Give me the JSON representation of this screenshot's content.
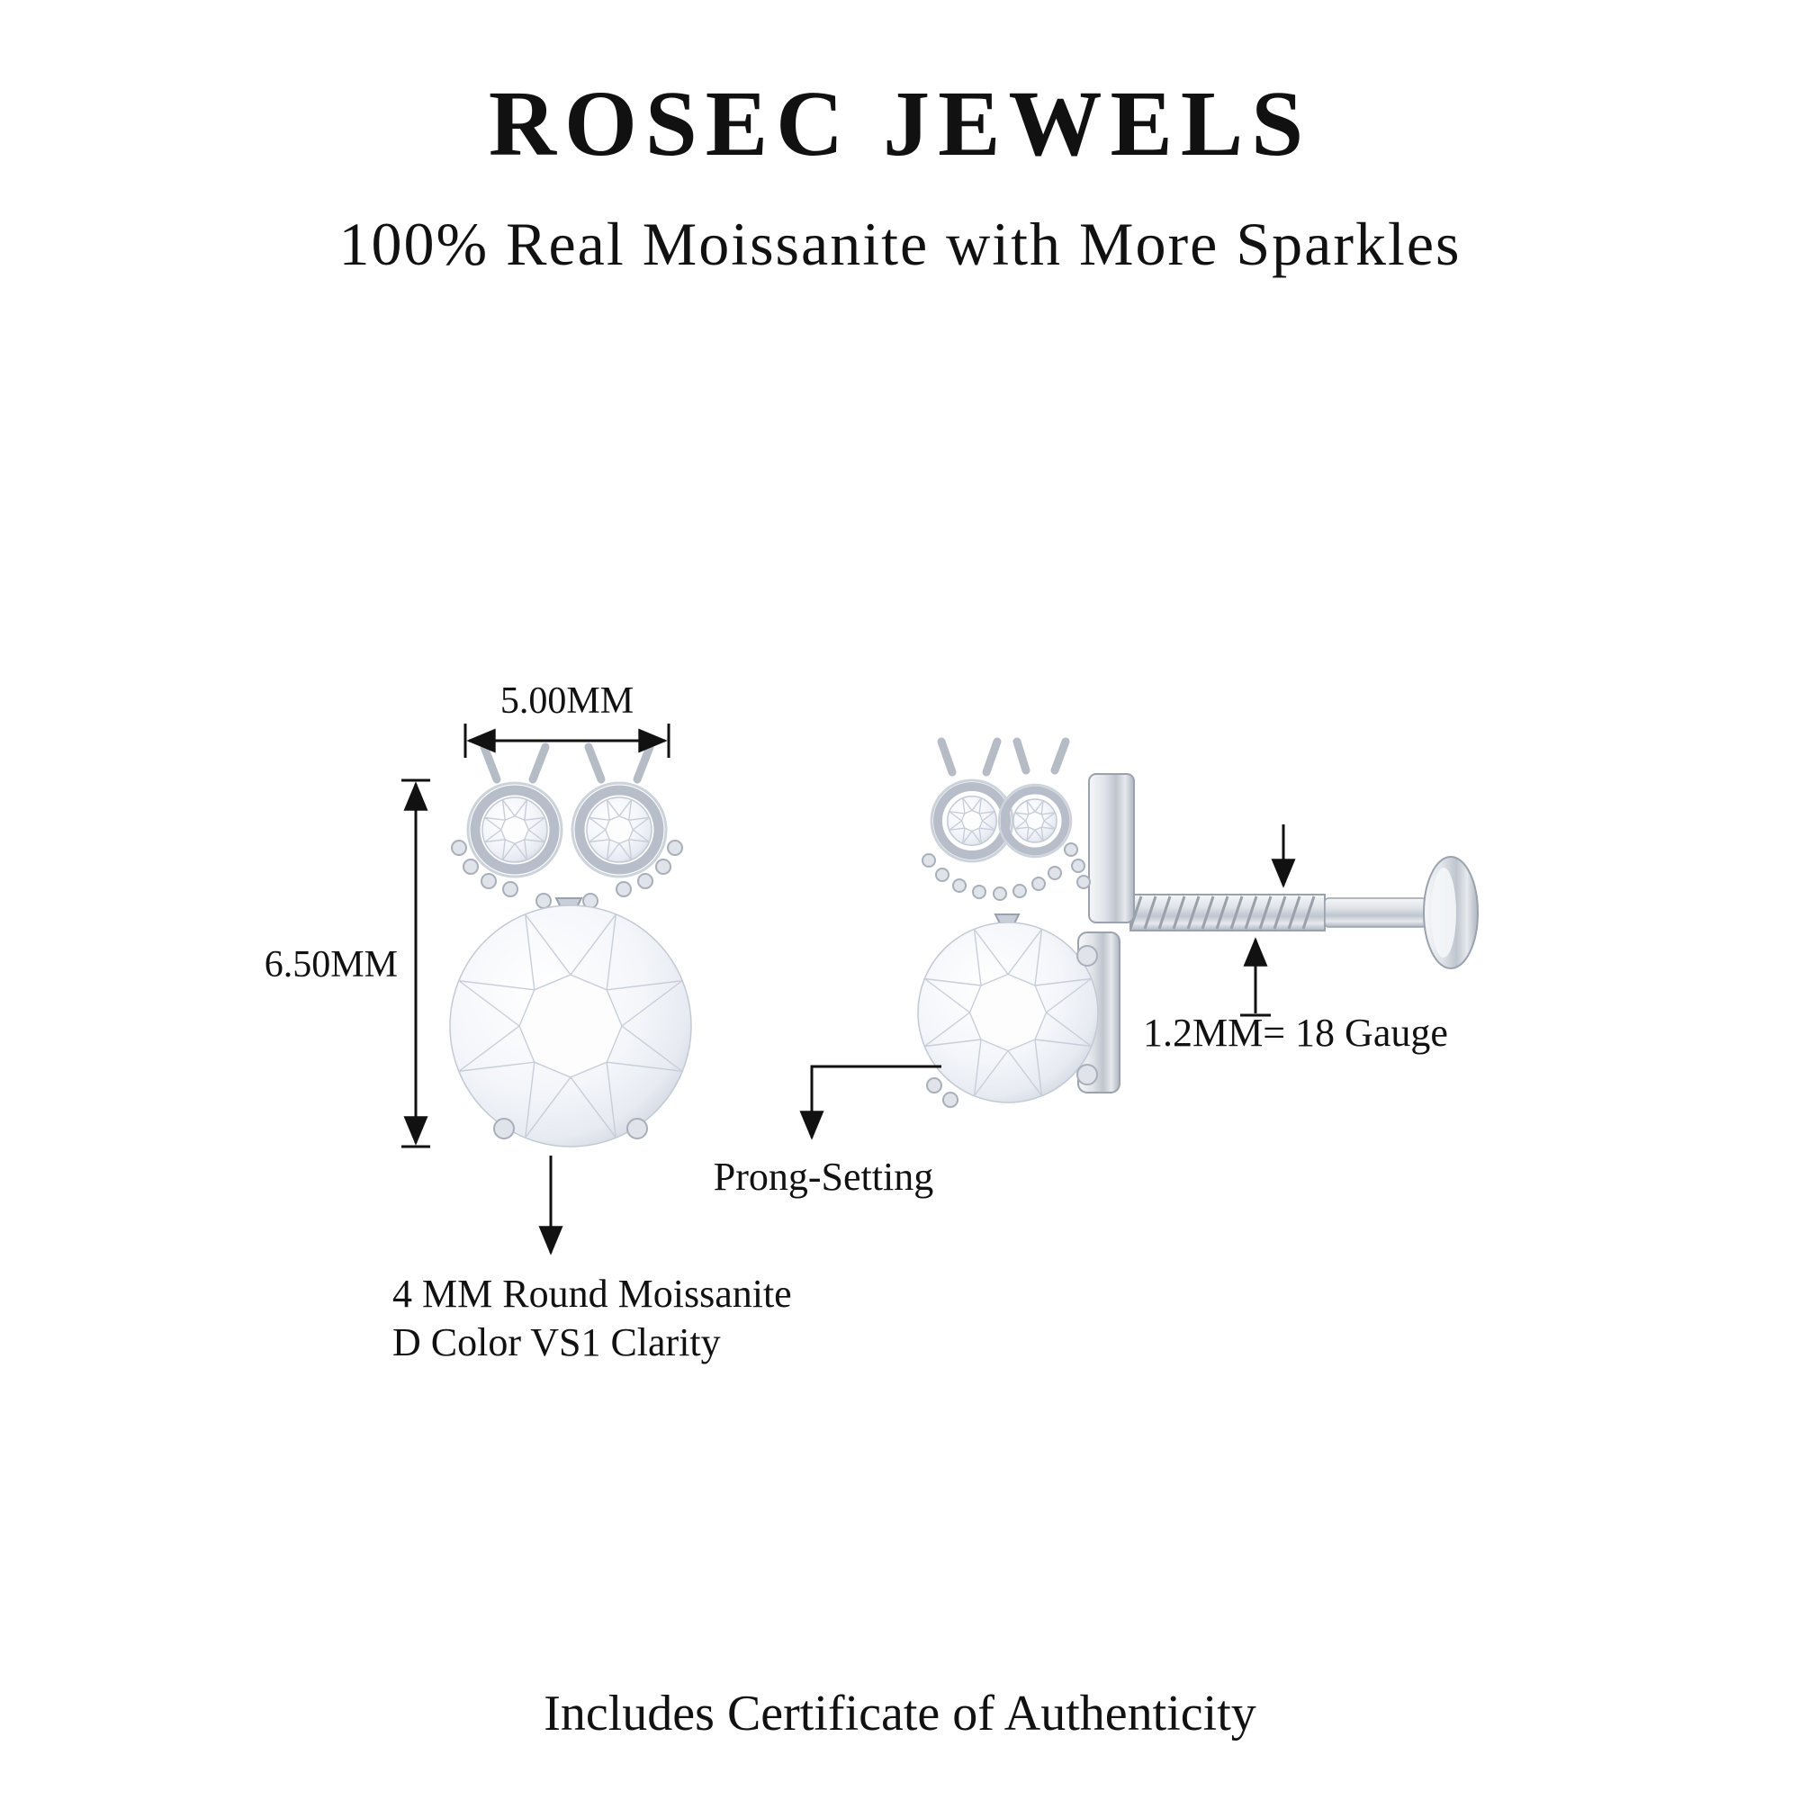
{
  "header": {
    "brand": "ROSEC JEWELS",
    "tagline": "100% Real Moissanite with More Sparkles"
  },
  "diagram": {
    "front_view": {
      "width_label": "5.00MM",
      "height_label": "6.50MM",
      "stone_note_line1": "4 MM Round Moissanite",
      "stone_note_line2": "D Color VS1 Clarity"
    },
    "side_view": {
      "gauge_label": "1.2MM= 18 Gauge",
      "setting_label": "Prong-Setting"
    }
  },
  "footer": {
    "certificate_note": "Includes Certificate of Authenticity"
  },
  "colors": {
    "background": "#ffffff",
    "text": "#111111",
    "metal_light": "#f6f7f9",
    "metal_mid": "#bfc5ce",
    "stone_edge": "#ccd3de"
  }
}
